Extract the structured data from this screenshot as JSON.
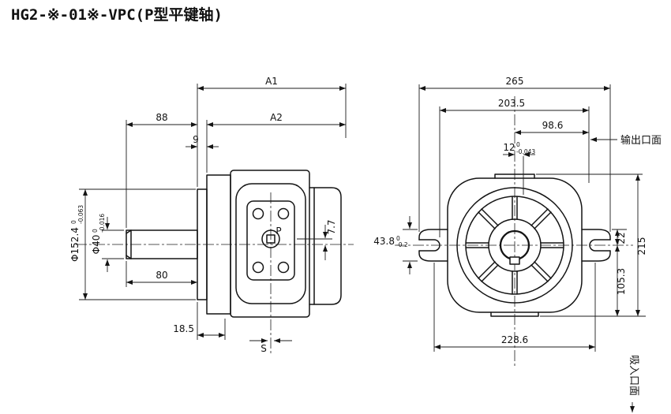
{
  "title": "HG2-※-01※-VPC(P型平键轴)",
  "left": {
    "a1": "A1",
    "a2": "A2",
    "d88": "88",
    "d9": "9",
    "d80": "80",
    "d18_5": "18.5",
    "d7_7": "7.7",
    "s": "S",
    "p": "P",
    "phi152": {
      "main": "Φ152.4",
      "sup": "0",
      "sub": "-0.063"
    },
    "phi40": {
      "main": "Φ40",
      "sup": "0",
      "sub": "-0.016"
    }
  },
  "right": {
    "d265": "265",
    "d203_5": "203.5",
    "d98_6": "98.6",
    "d12": {
      "main": "12",
      "sup": "0",
      "sub": "-0.043"
    },
    "d43_8": {
      "main": "43.8",
      "sup": "0",
      "sub": "-0.2"
    },
    "d22": "22",
    "d215": "215",
    "d105_3": "105.3",
    "d228_6": "228.6",
    "outlet_label": "输出口面",
    "inlet_label": "吸入口面"
  }
}
